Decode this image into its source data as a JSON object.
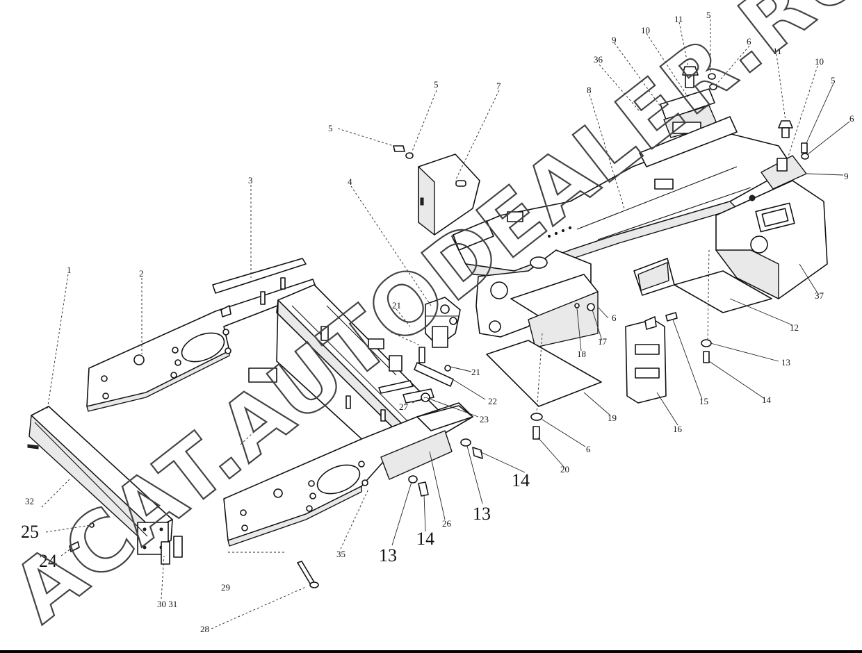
{
  "diagram": {
    "watermark": "ACAT.AUTODEALER.RU",
    "callouts": [
      "1",
      "2",
      "3",
      "4",
      "5",
      "5",
      "5",
      "5",
      "6",
      "6",
      "6",
      "6",
      "7",
      "8",
      "9",
      "9",
      "10",
      "10",
      "11",
      "11",
      "12",
      "13",
      "13",
      "13",
      "14",
      "14",
      "14",
      "15",
      "16",
      "17",
      "18",
      "19",
      "20",
      "21",
      "21",
      "22",
      "23",
      "24",
      "25",
      "26",
      "27",
      "28",
      "29",
      "30 31",
      "32",
      "35",
      "36",
      "37"
    ]
  }
}
